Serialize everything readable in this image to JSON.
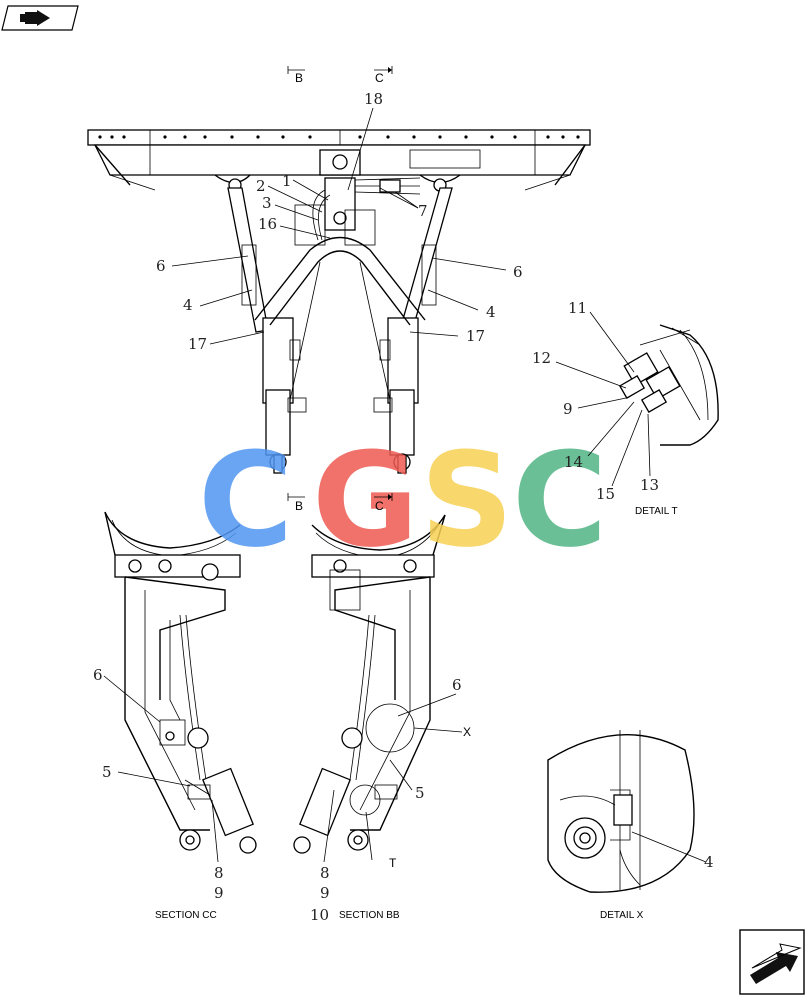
{
  "section_marks": {
    "b_top": "B",
    "c_top": "C",
    "b_mid": "B",
    "c_mid": "C"
  },
  "part_labels": {
    "p18": "18",
    "p1": "1",
    "p2": "2",
    "p3": "3",
    "p16": "16",
    "p7": "7",
    "p6_left": "6",
    "p6_right": "6",
    "p4_left": "4",
    "p4_right": "4",
    "p17_left": "17",
    "p17_right": "17",
    "p11": "11",
    "p12": "12",
    "p9_detail": "9",
    "p14": "14",
    "p15": "15",
    "p13": "13",
    "p6_cc": "6",
    "p5_cc": "5",
    "p8_cc": "8",
    "p9_cc": "9",
    "p6_bb": "6",
    "p5_bb": "5",
    "p8_bb": "8",
    "p9_bb": "9",
    "p10_bb": "10",
    "x_callout": "X",
    "t_callout": "T",
    "p4_detail": "4"
  },
  "captions": {
    "detail_t": "DETAIL T",
    "section_cc": "SECTION CC",
    "section_bb": "SECTION BB",
    "detail_x": "DETAIL X"
  },
  "watermark": {
    "letters": [
      "C",
      "G",
      "S",
      "C"
    ],
    "colors": [
      "#4f96f2",
      "#ee5a52",
      "#f7d154",
      "#52b584"
    ]
  },
  "icons": {
    "top_left": "back-arrow-icon",
    "bottom_right": "next-arrow-icon"
  }
}
